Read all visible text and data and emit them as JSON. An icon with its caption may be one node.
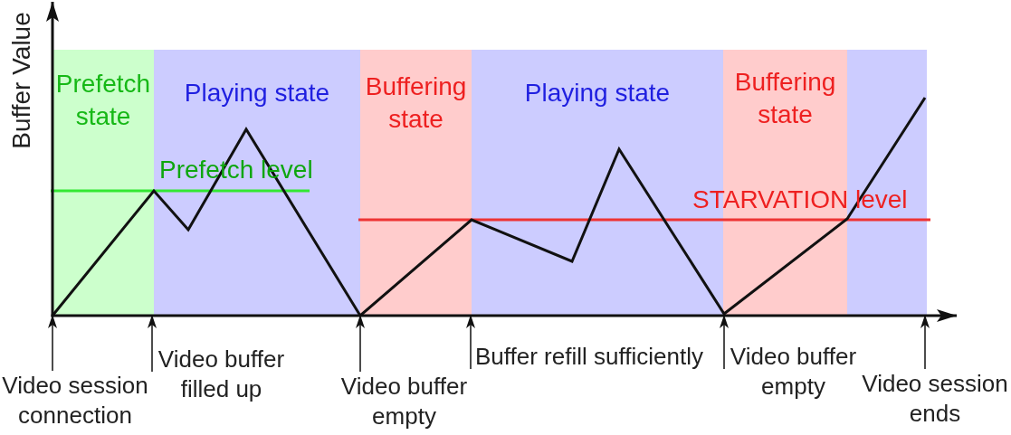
{
  "diagram": {
    "nodes": [
      {
        "text": [
          "Prefetch state"
        ]
      },
      {
        "text": [
          "Playing state"
        ]
      },
      {
        "text": [
          "Buffering state"
        ]
      },
      {
        "text": [
          "Playing state"
        ]
      },
      {
        "text": [
          "Buffering state"
        ]
      },
      {
        "text": [],
        "shape": "box"
      },
      {
        "text": [
          "Video session connection"
        ]
      },
      {
        "text": [
          "Video buffer filled up"
        ]
      },
      {
        "text": [
          "Video buffer empty"
        ]
      },
      {
        "text": [
          "Buffer refill sufficiently"
        ]
      },
      {
        "text": [
          "Video buffer empty"
        ]
      },
      {
        "text": [
          "Video session ends"
        ]
      }
    ],
    "edges": [
      {
        "from": 6,
        "to": 0,
        "arrow": "to"
      },
      {
        "from": 7,
        "to": 0,
        "arrow": "to"
      },
      {
        "from": 8,
        "to": 2,
        "arrow": "to"
      },
      {
        "from": 9,
        "to": 2,
        "arrow": "to"
      },
      {
        "from": 10,
        "to": 4,
        "arrow": "to"
      },
      {
        "from": 11,
        "to": 5,
        "arrow": "to"
      }
    ],
    "labels": [
      "Buffer Value",
      "Prefetch level",
      "STARVATION level"
    ]
  }
}
